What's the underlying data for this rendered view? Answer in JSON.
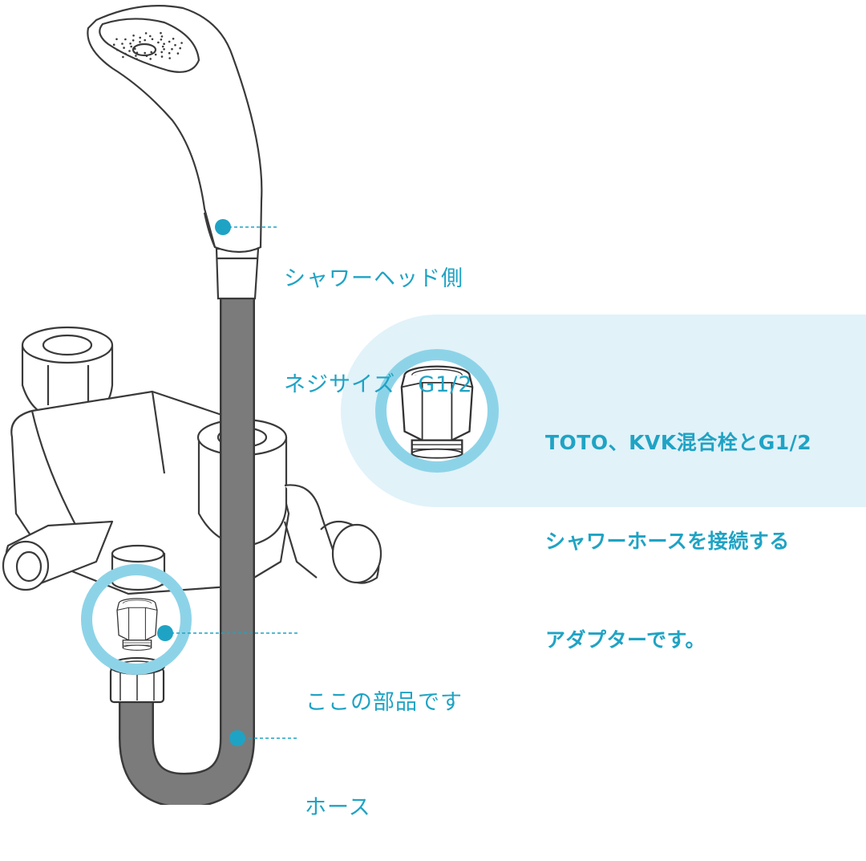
{
  "callouts": {
    "showerhead": {
      "line1": "シャワーヘッド側",
      "line2": "ネジサイズ　G1/2"
    },
    "part": "ここの部品です",
    "hose": "ホース"
  },
  "info_box": {
    "line1": "TOTO、KVK混合栓とG1/2",
    "line2": "シャワーホースを接続する",
    "line3": "アダプターです。"
  },
  "colors": {
    "accent": "#1fa3c4",
    "ring": "#8dd3e8",
    "box_bg": "#e1f2f9",
    "outline": "#3a3a3a",
    "hose": "#7b7b7b"
  },
  "icons": [
    "shower-head-icon",
    "mixing-faucet-icon",
    "hose-icon",
    "adapter-nut-icon"
  ]
}
